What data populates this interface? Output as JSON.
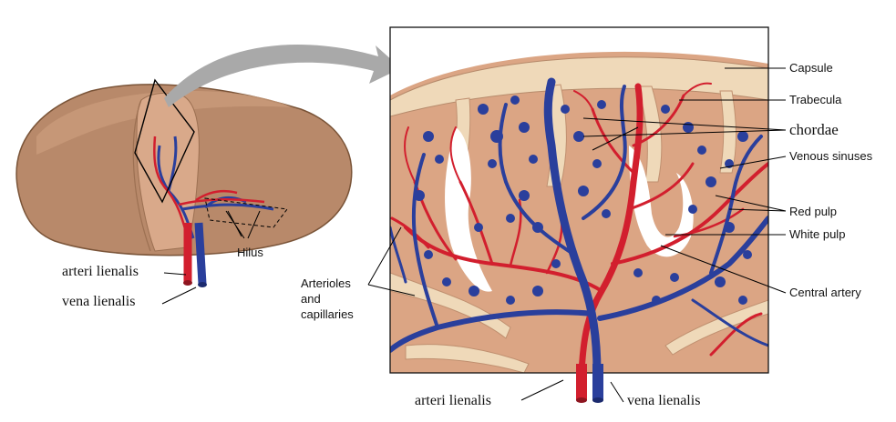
{
  "overview": {
    "label_hilus": "Hilus",
    "label_artery": "arteri lienalis",
    "label_vein": "vena lienalis"
  },
  "detail": {
    "label_capsule": "Capsule",
    "label_trabecula": "Trabecula",
    "label_chordae": "chordae",
    "label_venous_sinuses": "Venous sinuses",
    "label_red_pulp": "Red pulp",
    "label_white_pulp": "White pulp",
    "label_central_artery": "Central artery",
    "label_arterioles": "Arterioles\nand\ncapillaries",
    "label_artery": "arteri lienalis",
    "label_vein": "vena lienalis"
  },
  "colors": {
    "spleen_tan": "#b8896a",
    "spleen_dark": "#9c7052",
    "spleen_light": "#d9a98a",
    "pulp_tan": "#dba584",
    "capsule": "#efd9b9",
    "artery_red": "#d21f2e",
    "vein_blue": "#2a3f9c",
    "white_pulp": "#ffffff",
    "arrow_grey": "#a9a9a9"
  }
}
